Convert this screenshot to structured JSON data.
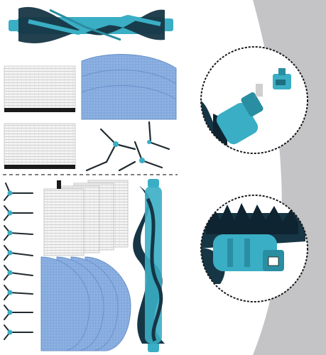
{
  "colors": {
    "teal": "#3aaec4",
    "teal_dark": "#2a8ea2",
    "bristle": "#163645",
    "bristle_dark": "#0e2430",
    "mop_blue": "#7ea6dc",
    "mop_blue_light": "#a5c2ea",
    "filter_white": "#f2f2f2",
    "filter_line": "#c9c9c9",
    "backdrop_gray": "#c4c4c6",
    "frame_black": "#1a1a1a"
  },
  "icons": [
    "roller-brush-icon",
    "hepa-filter-icon",
    "mop-pad-icon",
    "side-brush-icon",
    "magnifier-circle-icon"
  ],
  "quantities": {
    "top_filters": 2,
    "top_side_brushes": 2,
    "bottom_side_brushes": 8,
    "bottom_filters": 4,
    "bottom_mops": 4
  }
}
